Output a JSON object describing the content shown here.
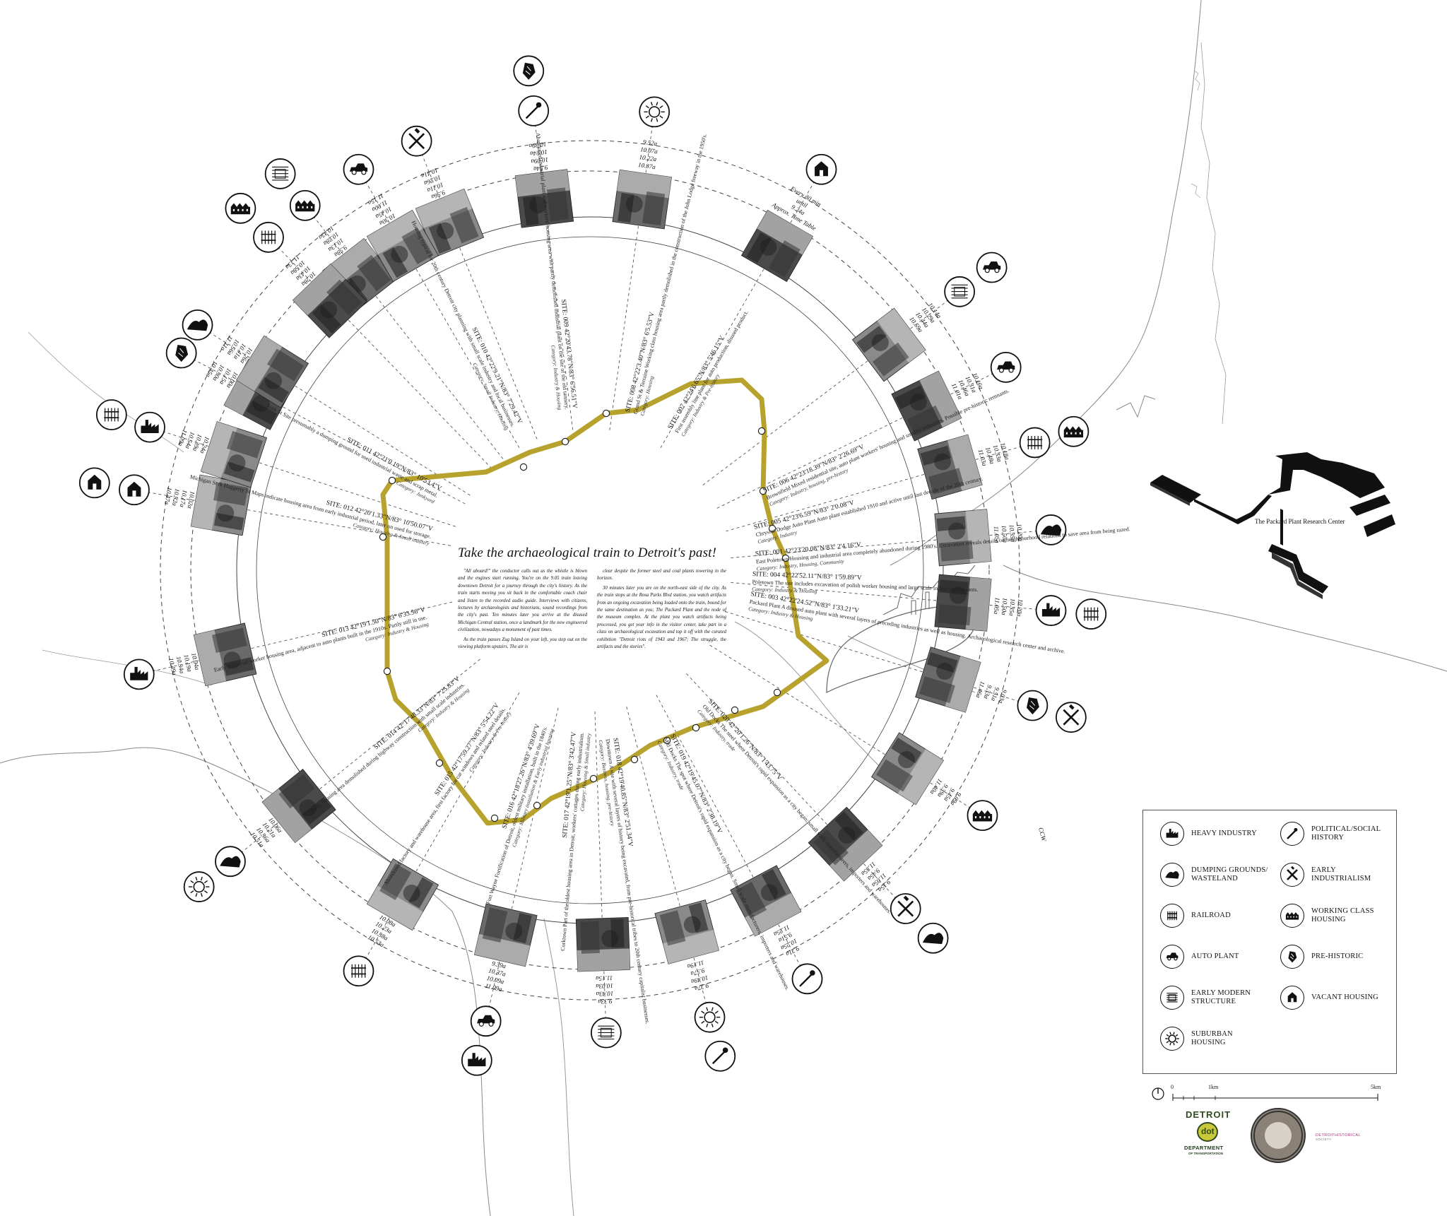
{
  "intro": {
    "title": "Take the archaeological train to Detroit's past!",
    "col1": [
      "\"All aboard!\" the conductor calls out as the whistle is blown and the engines start running. You're on the 9.05 train leaving downtown Detroit for a journey through the city's history. As the train starts moving you sit back in the comfortable coach chair and listen to the recorded audio guide. Interviews with citizens, lectures by archaeologists and historians, sound recordings from the city's past. Ten minutes later you arrive at the disused Michigan Central station, once a landmark for the new engineered civilization, nowadays a monument of past times.",
      "As the train passes Zug Island on your left, you step out on the viewing platform upstairs. The air is"
    ],
    "col2": [
      "clear despite the former steel and coal plants towering in the horizon.",
      "30 minutes later you are on the north-east side of the city. As the train stops at the Rosa Parks Blvd station, you watch artifacts from an ongoing excavation being loaded onto the train, bound for the same destination as you; The Packard Plant and the node of the museum complex. At the plant you watch artifacts being processed, you get your info in the visitor center, take part in a class on archaeological excavation and top it off with the curated exhibition \"Detroit riots of 1943 and 1967; The struggle, the artifacts and the stories\"."
    ]
  },
  "sites": [
    {
      "label": "SITE: 003 42°22'24.52\"N/83° 1'33.21\"V",
      "desc": "Packard Plant A disused auto plant with several layers of preceding industries as well as housing. Archaeological research center and archive.",
      "cat": "Category: Industry & Housing"
    },
    {
      "label": "SITE: 004 42°22'52.11\"N/83° 1'59.89\"V",
      "desc": "Poletown The site includes excavation of polish worker housing and large scale industrial remnants.",
      "cat": "Category: Industry & Housing"
    },
    {
      "label": "SITE: 001 42°23'20.08\"N/83° 2'4.16\"V",
      "desc": "East Poletown Housing and industrial area completely abandoned during 1980's. Excavation reveals details on neighbourhood relations to save area from being razed.",
      "cat": "Category: Industry, Housing, Community"
    },
    {
      "label": "SITE: 005 42°23'6.59\"N/83° 2'0.08\"V",
      "desc": "Chrysler Dodge Auto Plant Auto plant established 1910 and active until last decade of the 20th century.",
      "cat": "Category: Industry"
    },
    {
      "label": "SITE: 006 42°23'18.39\"N/83° 2'26.69\"V",
      "desc": "Brownfield Mixed residential site, auto plant workers' housing and smaller industries. Possible pre-historic remnants.",
      "cat": "Category: Industry, housing, pre-history"
    },
    {
      "label": "SITE: 007 42°24'6.65\"N/83° 5'46.15\"V",
      "desc": "First assembly line plant for auto production, disused product.",
      "cat": "Category: Industry & Pre-history"
    },
    {
      "label": "SITE: 008 42°22'3.40\"N/83° 6'5.53\"V",
      "desc": "Grand St & Terraine Working class housing area partly demolished in the construction of the John Lodge freeway in the 1950's.",
      "cat": "Category: Housing"
    },
    {
      "label": "SITE: 009 42°20'43.78\"N/83° 6'56.51\"V",
      "desc": "Abandoned industrial plant and workers' housing area with partly demolished industrial plant on the site of the old tannery.",
      "cat": "Category: Industry & Housing"
    },
    {
      "label": "SITE: 010 42°22'9.21\"N/83° 7'29.42\"V",
      "desc": "Housing typical for 20th century Detroit city planning with small scale industry and local businesses.",
      "cat": "Category: Small Industry, Housing"
    },
    {
      "label": "SITE: 011 42°21'0.19\"N/83° 10'53.4\"V",
      "desc": "Junk St Site presumably a dumping ground for used industrial waste and scrap metal.",
      "cat": "Category: Junkyard"
    },
    {
      "label": "SITE: 012 42°20'1.33\"N/83° 10'50.07\"V",
      "desc": "Michigan St & Haggerty St Maps indicate housing area from early industrial period, later on used for storage.",
      "cat": "Category: Housing & Small industry"
    },
    {
      "label": "SITE: 013 42°19'1.50\"N/83° 6'33.56\"V",
      "desc": "Early industrial worker housing area, adjacent to auto plants built in the 1910s. Partly still in use.",
      "cat": "Category: Industry & Housing"
    },
    {
      "label": "SITE: 014 42°17'48.33\"N/83° 7'25.83\"V",
      "desc": "Early housing area demolished during highway construction with small scale industries.",
      "cat": "Category: Industry & Housing"
    },
    {
      "label": "SITE: 015 42°17'59.27\"N/83° 5'54.22\"V",
      "desc": "Abandoned factory and warehouse area, first factory for car windows and related steel details.",
      "cat": "Category: Industry & Pre-history"
    },
    {
      "label": "SITE: 016 42°18'27.26\"N/83° 4'39.69\"V",
      "desc": "Fort Wayne Fortification of Detroit, oldest military installation, built in the 1840's.",
      "cat": "Category: Military installation & Early industrial housing"
    },
    {
      "label": "SITE: 017 42°19'1.25\"N/83° 3'42.47\"V",
      "desc": "Corktown Part of the oldest housing area in Detroit, workers' cottages during early industrialism.",
      "cat": "Category: Housing & Small industry"
    },
    {
      "label": "SITE: 018 42°19'40.85\"N/83° 2'51.34\"V",
      "desc": "Downtown A site with several layers of history being excavated, from pre-historical tribes to 20th century capitalist businesses.",
      "cat": "Category: Business, housing, pre-history"
    },
    {
      "label": "SITE: 019 42°19'45.07\"N/83° 2'38.19\"V",
      "desc": "Mill Docks The spot where Detroit's rapid expansion as a city began. Small scale manufacturers, importers and warehouses.",
      "cat": "Category: Industry, trade"
    },
    {
      "label": "SITE: 020 42°20'1.26\"N/83° 1'43.75\"V",
      "desc": "Old Docks The steel where Detroit's rapid expansion as a city began; small scale manufacturers, importers and warehouses.",
      "cat": "Category: Industry, trade"
    }
  ],
  "times": [
    [
      "10.20a",
      "10.35a",
      "10.50a",
      "11.05a"
    ],
    [
      "10.20a",
      "10.35a",
      "10.50a",
      "11.05a"
    ],
    [
      "10.18a",
      "10.33a",
      "10.48a",
      "11.03a"
    ],
    [
      "10.16a",
      "10.31a",
      "10.46a",
      "11.01a"
    ],
    [
      "10.14a",
      "10.29a",
      "10.44a",
      "10.59a"
    ],
    [
      "9.52a",
      "10.07a",
      "10.22a",
      "10.37a"
    ],
    [
      "9.54a",
      "10.09a",
      "10.24a",
      "10.39a"
    ],
    [
      "9.56a",
      "10.11a",
      "10.26a",
      "10.41a"
    ],
    [
      "9.58a",
      "10.13a",
      "10.28a",
      "10.43a"
    ],
    [
      "10.00a",
      "10.15a",
      "10.30a",
      "10.45a"
    ],
    [
      "10.02a",
      "10.17a",
      "10.32a",
      "10.47a"
    ],
    [
      "10.04a",
      "10.19a",
      "10.34a",
      "10.49a"
    ],
    [
      "10.06a",
      "10.21a",
      "10.36a",
      "10.51a"
    ],
    [
      "10.08a",
      "10.23a",
      "10.38a",
      "10.53a"
    ],
    [
      "9.39a",
      "10.37a",
      "10.09a",
      "11.09a"
    ],
    [
      "9.33a",
      "10.43a",
      "10.03a",
      "11.15a"
    ],
    [
      "9.27a",
      "10.49a",
      "9.57a",
      "11.19a"
    ],
    [
      "9.21a",
      "10.25a",
      "9.51a",
      "11.25a"
    ],
    [
      "9.15a",
      "11.05a",
      "9.45a",
      "11.35a"
    ],
    [
      "9.09a",
      "9.45a",
      "9.39a",
      "11.40a"
    ],
    [
      "9.03a",
      "9.51a",
      "9.33a",
      "11.46a"
    ],
    [
      "Every 30 min",
      "until",
      "9.24a",
      "Approx. Time Table"
    ],
    [
      "10.24a",
      "10.39a",
      "10.54a",
      "11.09a"
    ],
    [
      "10.26a",
      "10.41a",
      "10.56a",
      "11.11a"
    ],
    [
      "10.28a",
      "10.43a",
      "10.58a",
      "11.13a"
    ],
    [
      "10.30a",
      "10.45a",
      "11.00a",
      "11.15a"
    ]
  ],
  "timetable_note": "CCW",
  "packard": "The Packard Plant Research Center",
  "legend": [
    {
      "icon": "heavy-industry-icon",
      "label": "HEAVY INDUSTRY"
    },
    {
      "icon": "political-social-history-icon",
      "label": "POLITICAL/SOCIAL HISTORY"
    },
    {
      "icon": "dumping-grounds-icon",
      "label": "DUMPING GROUNDS/ WASTELAND"
    },
    {
      "icon": "early-industrialism-icon",
      "label": "EARLY INDUSTRIALISM"
    },
    {
      "icon": "railroad-icon",
      "label": "RAILROAD"
    },
    {
      "icon": "working-class-housing-icon",
      "label": "WORKING CLASS HOUSING"
    },
    {
      "icon": "auto-plant-icon",
      "label": "AUTO PLANT"
    },
    {
      "icon": "pre-historic-icon",
      "label": "PRE-HISTORIC"
    },
    {
      "icon": "early-modern-structure-icon",
      "label": "EARLY MODERN STRUCTURE"
    },
    {
      "icon": "vacant-housing-icon",
      "label": "VACANT HOUSING"
    },
    {
      "icon": "suburban-housing-icon",
      "label": "SUBURBAN HOUSING"
    }
  ],
  "scale": {
    "zero": "0",
    "mid": "1km",
    "end": "5km"
  },
  "logos": {
    "dot_name": "DETROIT",
    "dot_line1": "DEPARTMENT",
    "dot_line2": "OF TRANSPORTATION",
    "dot_initials": "dot",
    "hist": "DETROITHISTORICAL",
    "hist_sub": "SOCIETY"
  },
  "colors": {
    "route": "#b8a22e",
    "ink": "#111111",
    "photo_dark": "#3a3a3a",
    "photo_light": "#b8b8b8"
  }
}
